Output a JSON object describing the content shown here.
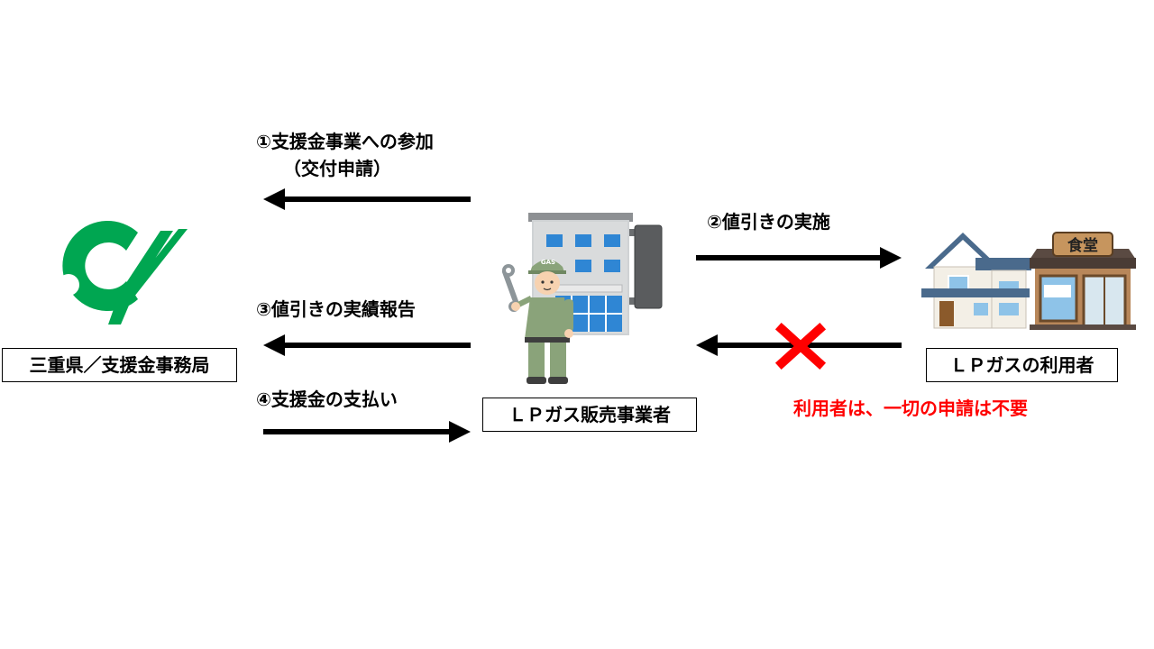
{
  "nodes": {
    "prefecture": "三重県／支援金事務局",
    "seller": "ＬＰガス販売事業者",
    "users": "ＬＰガスの利用者"
  },
  "flows": {
    "step1_line1": "①支援金事業への参加",
    "step1_line2": "（交付申請）",
    "step2": "②値引きの実施",
    "step3": "③値引きの実績報告",
    "step4": "④支援金の支払い"
  },
  "notes": {
    "no_application": "利用者は、一切の申請は不要"
  },
  "illustration_text": {
    "cap": "GAS",
    "shop_sign": "食堂"
  },
  "colors": {
    "emblem_green": "#00a651",
    "note_red": "#ff0000",
    "arrow": "#000000"
  },
  "icons": [
    "prefecture-emblem-icon",
    "gas-worker-icon",
    "office-building-icon",
    "house-icon",
    "shop-icon",
    "cross-mark-icon"
  ]
}
